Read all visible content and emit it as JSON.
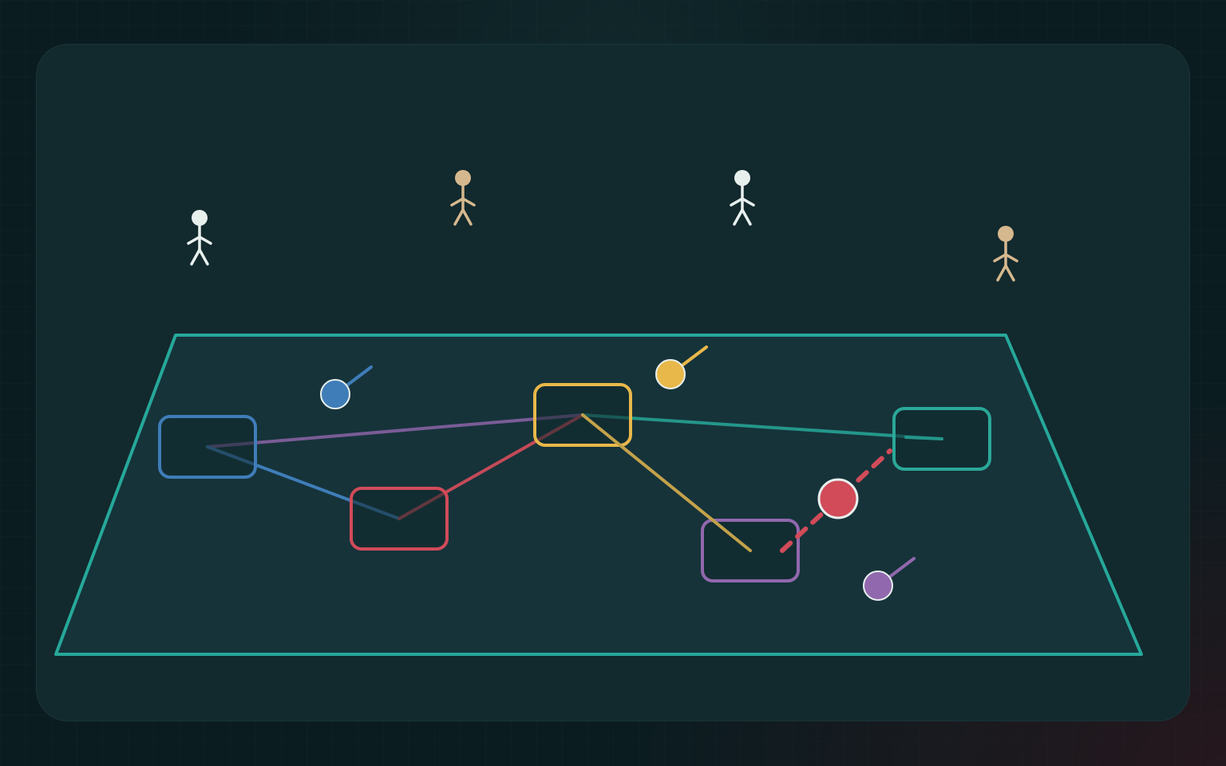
{
  "colors": {
    "page_background": "#0a1c20",
    "panel": "#12292d",
    "floor_fill": "#16333a",
    "floor_outline": "#26a89a",
    "node_fill": "#10282b",
    "blue": "#3f7db8",
    "red": "#d14b59",
    "yellow": "#e8b84a",
    "teal": "#2aa898",
    "purple": "#9168ad",
    "link_purple": "#7a5c96",
    "link_olive": "#c4a24a",
    "figure_light": "#e8f0ee",
    "figure_tan": "#d6b88e"
  },
  "scene": {
    "figures": [
      {
        "name": "figure-1",
        "color": "figure_light"
      },
      {
        "name": "figure-2",
        "color": "figure_tan"
      },
      {
        "name": "figure-3",
        "color": "figure_light"
      },
      {
        "name": "figure-4",
        "color": "figure_tan"
      }
    ],
    "nodes": [
      {
        "name": "node-blue",
        "color": "blue"
      },
      {
        "name": "node-red",
        "color": "red"
      },
      {
        "name": "node-yellow",
        "color": "yellow"
      },
      {
        "name": "node-purple",
        "color": "purple"
      },
      {
        "name": "node-teal",
        "color": "teal"
      }
    ],
    "markers": [
      {
        "name": "marker-blue",
        "color": "blue"
      },
      {
        "name": "marker-yellow",
        "color": "yellow"
      },
      {
        "name": "marker-purple",
        "color": "purple"
      },
      {
        "name": "marker-red",
        "color": "red"
      }
    ],
    "links": [
      {
        "name": "link-blue-yellow",
        "color": "link_purple"
      },
      {
        "name": "link-blue-red",
        "color": "blue"
      },
      {
        "name": "link-red-yellow",
        "color": "red"
      },
      {
        "name": "link-yellow-teal",
        "color": "teal"
      },
      {
        "name": "link-yellow-purple",
        "color": "link_olive"
      },
      {
        "name": "link-purple-teal",
        "color": "red",
        "style": "dashed"
      }
    ]
  }
}
